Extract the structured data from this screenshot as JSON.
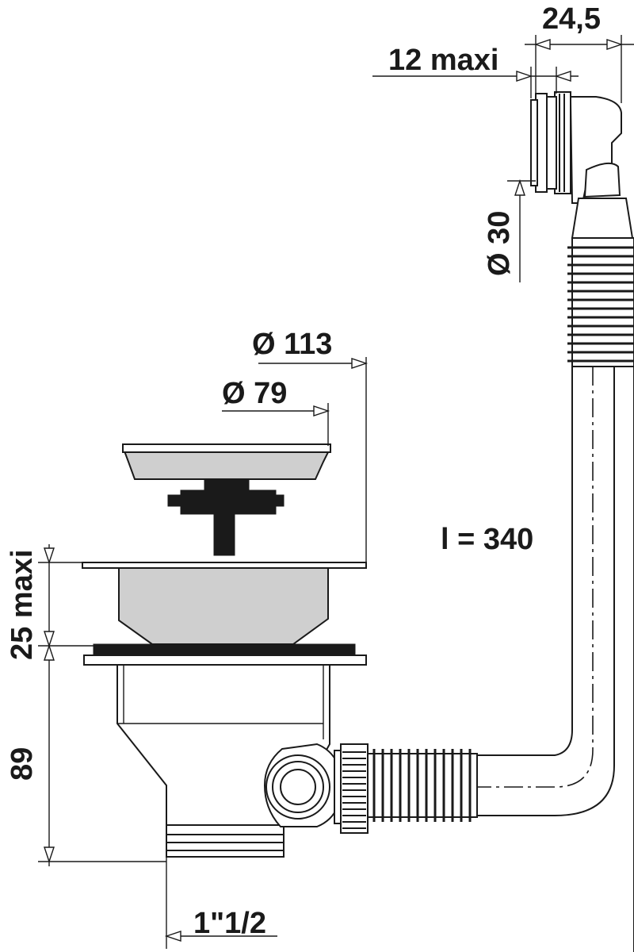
{
  "dimensions": {
    "overflow_width": "24,5",
    "wall_thickness": "12 maxi",
    "overflow_diameter": "Ø 30",
    "strainer_outer_diameter": "Ø 113",
    "basket_diameter": "Ø 79",
    "hose_length": "l = 340",
    "flange_height": "25 maxi",
    "body_height": "89",
    "outlet_thread": "1\"1/2"
  },
  "colors": {
    "line": "#1a1a1a",
    "metal_fill": "#cfcfcf",
    "background": "#ffffff"
  }
}
